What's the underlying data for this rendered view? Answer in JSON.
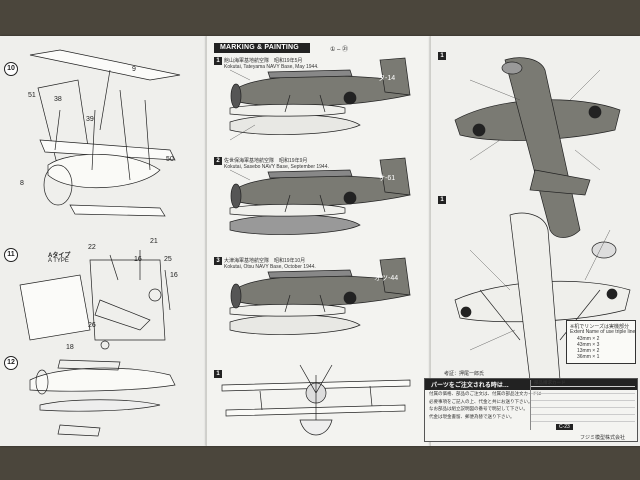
{
  "colors": {
    "sheet": "#f1f1ee",
    "ink": "#222222",
    "fuselage": "#7a7a73",
    "float": "#e8e8e4",
    "hinomaru": "#222222"
  },
  "header": {
    "banner": "MARKING & PAINTING",
    "ref": "① – ㉑"
  },
  "steps": {
    "s10": "10",
    "s11": "11",
    "s12": "12",
    "a_type_jp": "Aタイプ",
    "a_type_en": "A TYPE"
  },
  "left_parts": [
    "9",
    "51",
    "38",
    "39",
    "50",
    "8",
    "22",
    "21",
    "16",
    "25",
    "16",
    "26",
    "18"
  ],
  "markings": [
    {
      "num": "1",
      "jp": "館山海軍基地航空隊　昭和19年5月",
      "en": "Kokutai, Tateyama NAVY Base, May 1944.",
      "tail": "タ-14"
    },
    {
      "num": "2",
      "jp": "佐世保海軍基地航空隊　昭和19年9月",
      "en": "Kokutai, Sasebo NAVY Base, September 1944.",
      "tail": "サ-61"
    },
    {
      "num": "3",
      "jp": "大津海軍基地航空隊　昭和19年10月",
      "en": "Kokutai, Otsu NAVY Base, October 1944.",
      "tail": "オツ-44"
    }
  ],
  "front_view": {
    "num": "1"
  },
  "right_views": {
    "top": "1",
    "bottom": "1"
  },
  "legend": {
    "title_jp": "※机でリンーズは実機部分",
    "title_en": "Extent Name of use triple line",
    "items": [
      "43mm × 2",
      "43mm × 3",
      "13mm × 2",
      "36mm × 1"
    ]
  },
  "credit": "考証：押尾一郎氏",
  "order": {
    "title": "パーツをご注文される時は…",
    "lines": [
      "付属の価格、部品のご注文は、付属の部品注文カードに",
      "必要事項をご記入の上、代金と共にお送り下さい。",
      "なお部品は組立説明図の番号で明記して下さい。",
      "代金は現金書留、郵便為替で送り下さい。"
    ],
    "card_title": "部品請求カード",
    "code": "C-23"
  },
  "footer": "フジミ模型株式会社"
}
